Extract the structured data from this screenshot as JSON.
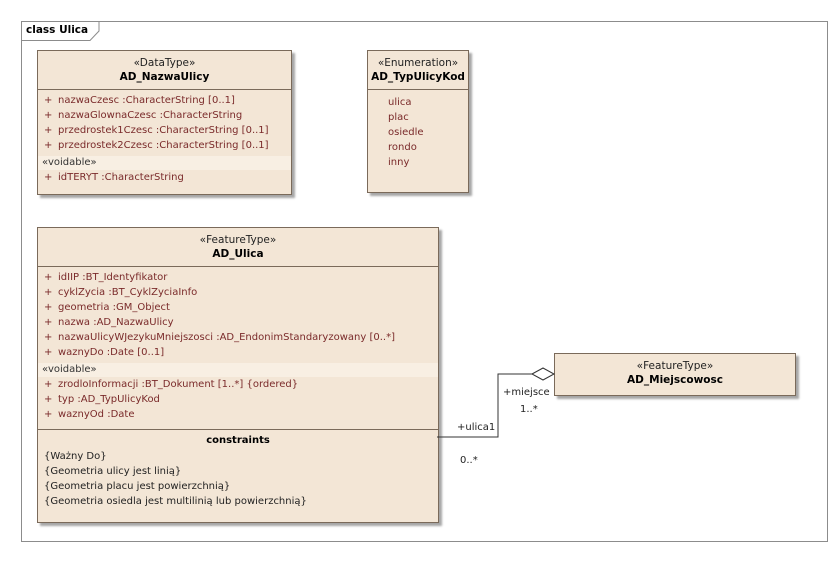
{
  "diagram": {
    "frame_label": "class Ulica"
  },
  "classes": {
    "nazwa_ulicy": {
      "stereotype": "«DataType»",
      "name": "AD_NazwaUlicy",
      "attributes": [
        {
          "vis": "+",
          "text": "nazwaCzesc :CharacterString [0..1]"
        },
        {
          "vis": "+",
          "text": "nazwaGlownaCzesc :CharacterString"
        },
        {
          "vis": "+",
          "text": "przedrostek1Czesc :CharacterString [0..1]"
        },
        {
          "vis": "+",
          "text": "przedrostek2Czesc :CharacterString [0..1]"
        }
      ],
      "voidable_label": "«voidable»",
      "voidable_attributes": [
        {
          "vis": "+",
          "text": "idTERYT :CharacterString"
        }
      ]
    },
    "typ_ulicy_kod": {
      "stereotype": "«Enumeration»",
      "name": "AD_TypUlicyKod",
      "literals": [
        "ulica",
        "plac",
        "osiedle",
        "rondo",
        "inny"
      ]
    },
    "ulica": {
      "stereotype": "«FeatureType»",
      "name": "AD_Ulica",
      "attributes": [
        {
          "vis": "+",
          "text": "idIIP :BT_Identyfikator"
        },
        {
          "vis": "+",
          "text": "cyklZycia :BT_CyklZyciaInfo"
        },
        {
          "vis": "+",
          "text": "geometria :GM_Object"
        },
        {
          "vis": "+",
          "text": "nazwa :AD_NazwaUlicy"
        },
        {
          "vis": "+",
          "text": "nazwaUlicyWJezykuMniejszosci :AD_EndonimStandaryzowany [0..*]"
        },
        {
          "vis": "+",
          "text": "waznyDo :Date [0..1]"
        }
      ],
      "voidable_label": "«voidable»",
      "voidable_attributes": [
        {
          "vis": "+",
          "text": "zrodloInformacji :BT_Dokument [1..*] {ordered}"
        },
        {
          "vis": "+",
          "text": "typ :AD_TypUlicyKod"
        },
        {
          "vis": "+",
          "text": "waznyOd :Date"
        }
      ],
      "constraints_title": "constraints",
      "constraints": [
        "{Ważny Do}",
        "{Geometria ulicy jest linią}",
        "{Geometria placu jest powierzchnią}",
        "{Geometria osiedla jest multilinią lub powierzchnią}"
      ]
    },
    "miejscowosc": {
      "stereotype": "«FeatureType»",
      "name": "AD_Miejscowosc"
    }
  },
  "association": {
    "source_role": "+ulica1",
    "source_multiplicity": "0..*",
    "target_role": "+miejsce",
    "target_multiplicity": "1..*"
  },
  "colors": {
    "class_fill": "#f3e6d6",
    "class_border": "#7a6a5a",
    "attribute_text": "#7a2a2a"
  }
}
